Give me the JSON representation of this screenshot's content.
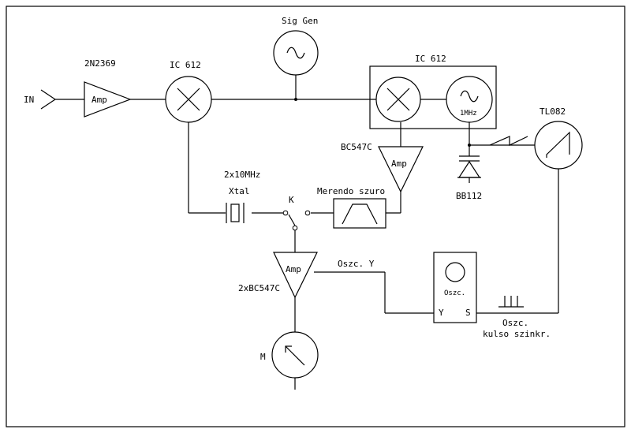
{
  "labels": {
    "input": "IN",
    "amp1_part": "2N2369",
    "amp": "Amp",
    "mixer1": "IC 612",
    "siggen": "Sig Gen",
    "mixer2": "IC 612",
    "osc_freq": "1MHz",
    "tl082": "TL082",
    "bc547c": "BC547C",
    "varicap": "BB112",
    "xtal_line1": "2x10MHz",
    "xtal_line2": "Xtal",
    "switch": "K",
    "filter": "Merendo szuro",
    "amp3_part": "2xBC547C",
    "oszc_y": "Oszc. Y",
    "scope": "Oszc.",
    "scope_y": "Y",
    "scope_s": "S",
    "ext_sync_line1": "Oszc.",
    "ext_sync_line2": "kulso szinkr.",
    "meter": "M"
  }
}
